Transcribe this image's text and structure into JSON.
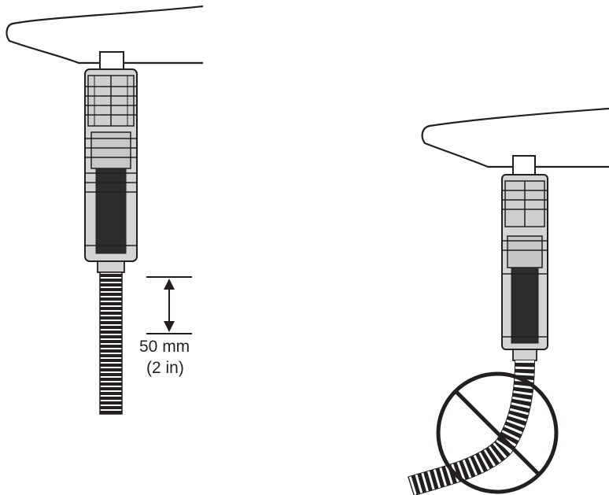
{
  "figure": {
    "dimension": {
      "metric": "50 mm",
      "imperial": "(2 in)"
    },
    "prohibition_symbol": "no-sharp-bend"
  },
  "colors": {
    "stroke": "#231f20",
    "connector_fill": "#d4d4d4",
    "connector_dark": "#2c2c2c",
    "conduit": "#231f20",
    "background": "#ffffff"
  }
}
